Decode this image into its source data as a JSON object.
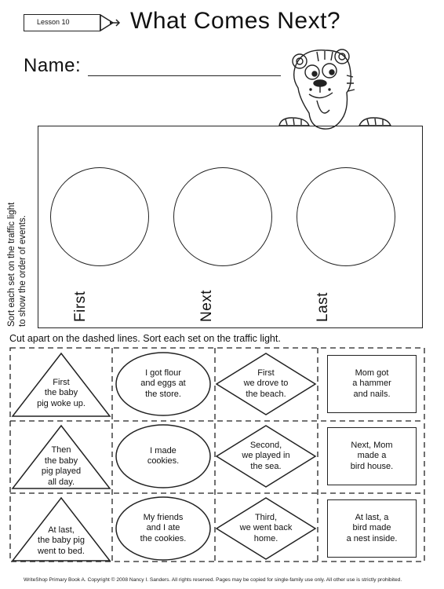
{
  "header": {
    "lesson": "Lesson 10",
    "title": "What Comes Next?",
    "name_label": "Name:"
  },
  "traffic_light": {
    "labels": [
      "First",
      "Next",
      "Last"
    ],
    "side_instruction_line1": "Sort each set on the traffic light",
    "side_instruction_line2": "to show the order of events."
  },
  "cut_instruction": "Cut apart on the dashed lines. Sort each set on the traffic light.",
  "cards": {
    "triangles": [
      [
        "First",
        "the baby",
        "pig woke up."
      ],
      [
        "Then",
        "the baby",
        "pig played",
        "all day."
      ],
      [
        "At last,",
        "the baby pig",
        "went to bed."
      ]
    ],
    "ovals": [
      [
        "I got flour",
        "and eggs at",
        "the store."
      ],
      [
        "I made",
        "cookies."
      ],
      [
        "My friends",
        "and I ate",
        "the cookies."
      ]
    ],
    "diamonds": [
      [
        "First",
        "we drove to",
        "the beach."
      ],
      [
        "Second,",
        "we played in",
        "the sea."
      ],
      [
        "Third,",
        "we went back",
        "home."
      ]
    ],
    "rectangles": [
      [
        "Mom got",
        "a hammer",
        "and nails."
      ],
      [
        "Next, Mom",
        "made a",
        "bird house."
      ],
      [
        "At last, a",
        "bird made",
        "a nest inside."
      ]
    ]
  },
  "footer": "WriteShop Primary Book A. Copyright © 2008 Nancy I. Sanders. All rights reserved. Pages may be copied for single-family use only. All other use is strictly prohibited."
}
